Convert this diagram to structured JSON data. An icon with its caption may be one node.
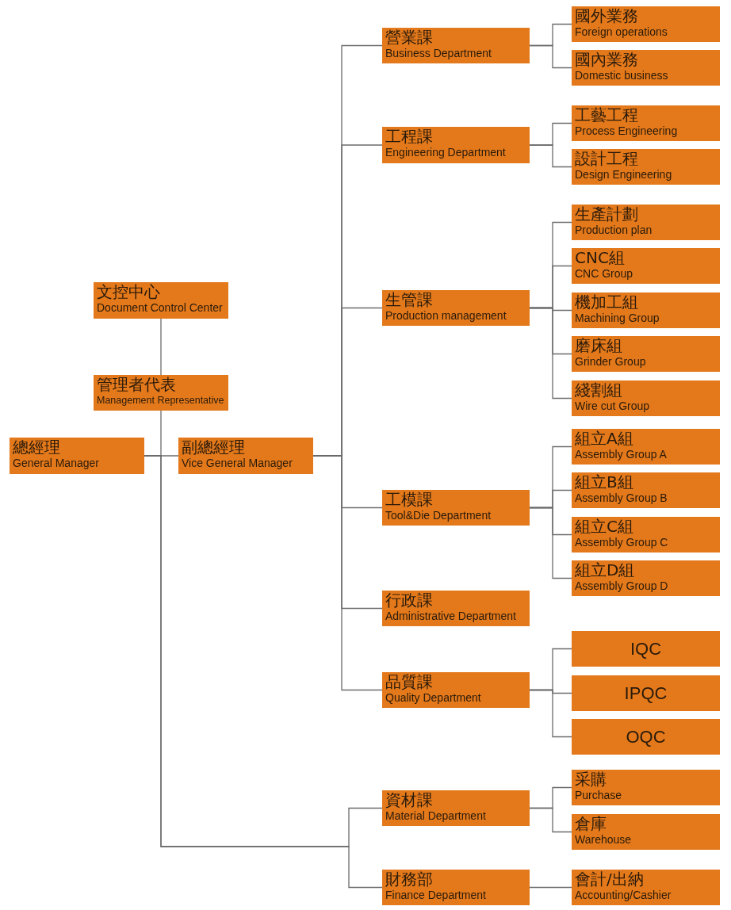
{
  "diagram": {
    "nodes": [
      {
        "text": [
          "文控中心",
          "Document Control Center"
        ]
      },
      {
        "text": [
          "管理者代表",
          "Management Representative"
        ]
      },
      {
        "text": [
          "總經理",
          "General Manager"
        ]
      },
      {
        "text": [
          "副總經理",
          "Vice General Manager"
        ]
      },
      {
        "text": [
          "營業課",
          "Business Department"
        ]
      },
      {
        "text": [
          "國外業務",
          "Foreign operations"
        ]
      },
      {
        "text": [
          "國內業務",
          "Domestic business"
        ]
      },
      {
        "text": [
          "工程課",
          "Engineering Department"
        ]
      },
      {
        "text": [
          "工藝工程",
          "Process Engineering"
        ]
      },
      {
        "text": [
          "設計工程",
          "Design Engineering"
        ]
      },
      {
        "text": [
          "生管課",
          "Production management"
        ]
      },
      {
        "text": [
          "生產計劃",
          "Production plan"
        ]
      },
      {
        "text": [
          "CNC組",
          "CNC Group"
        ]
      },
      {
        "text": [
          "機加工組",
          "Machining Group"
        ]
      },
      {
        "text": [
          "磨床組",
          "Grinder Group"
        ]
      },
      {
        "text": [
          "綫割組",
          "Wire cut Group"
        ]
      },
      {
        "text": [
          "工模課",
          "Tool&Die Department"
        ]
      },
      {
        "text": [
          "組立A組",
          "Assembly Group A"
        ]
      },
      {
        "text": [
          "組立B組",
          "Assembly Group B"
        ]
      },
      {
        "text": [
          "組立C組",
          "Assembly Group C"
        ]
      },
      {
        "text": [
          "組立D組",
          "Assembly Group D"
        ]
      },
      {
        "text": [
          "行政課",
          "Administrative Department"
        ]
      },
      {
        "text": [
          "品質課",
          "Quality Department"
        ]
      },
      {
        "text": [
          "IQC"
        ]
      },
      {
        "text": [
          "IPQC"
        ]
      },
      {
        "text": [
          "OQC"
        ]
      },
      {
        "text": [
          "資材課",
          "Material Department"
        ]
      },
      {
        "text": [
          "采購",
          "Purchase"
        ]
      },
      {
        "text": [
          "倉庫",
          "Warehouse"
        ]
      },
      {
        "text": [
          "財務部",
          "Finance Department"
        ]
      },
      {
        "text": [
          "會計/出納",
          "Accounting/Cashier"
        ]
      }
    ],
    "edges": [
      {
        "from": 1,
        "to": 0,
        "arrow": "none"
      },
      {
        "from": 2,
        "to": 1,
        "arrow": "none"
      },
      {
        "from": 2,
        "to": 3,
        "arrow": "none"
      },
      {
        "from": 3,
        "to": 4,
        "arrow": "none"
      },
      {
        "from": 4,
        "to": 5,
        "arrow": "none"
      },
      {
        "from": 4,
        "to": 6,
        "arrow": "none"
      },
      {
        "from": 3,
        "to": 7,
        "arrow": "none"
      },
      {
        "from": 7,
        "to": 8,
        "arrow": "none"
      },
      {
        "from": 7,
        "to": 9,
        "arrow": "none"
      },
      {
        "from": 3,
        "to": 10,
        "arrow": "none"
      },
      {
        "from": 10,
        "to": 11,
        "arrow": "none"
      },
      {
        "from": 10,
        "to": 12,
        "arrow": "none"
      },
      {
        "from": 10,
        "to": 13,
        "arrow": "none"
      },
      {
        "from": 10,
        "to": 14,
        "arrow": "none"
      },
      {
        "from": 10,
        "to": 15,
        "arrow": "none"
      },
      {
        "from": 3,
        "to": 16,
        "arrow": "none"
      },
      {
        "from": 16,
        "to": 17,
        "arrow": "none"
      },
      {
        "from": 16,
        "to": 18,
        "arrow": "none"
      },
      {
        "from": 16,
        "to": 19,
        "arrow": "none"
      },
      {
        "from": 16,
        "to": 20,
        "arrow": "none"
      },
      {
        "from": 3,
        "to": 21,
        "arrow": "none"
      },
      {
        "from": 3,
        "to": 22,
        "arrow": "none"
      },
      {
        "from": 22,
        "to": 23,
        "arrow": "none"
      },
      {
        "from": 22,
        "to": 24,
        "arrow": "none"
      },
      {
        "from": 22,
        "to": 25,
        "arrow": "none"
      },
      {
        "from": 2,
        "to": 26,
        "arrow": "none"
      },
      {
        "from": 26,
        "to": 27,
        "arrow": "none"
      },
      {
        "from": 26,
        "to": 28,
        "arrow": "none"
      },
      {
        "from": 2,
        "to": 29,
        "arrow": "none"
      },
      {
        "from": 29,
        "to": 30,
        "arrow": "none"
      }
    ]
  }
}
